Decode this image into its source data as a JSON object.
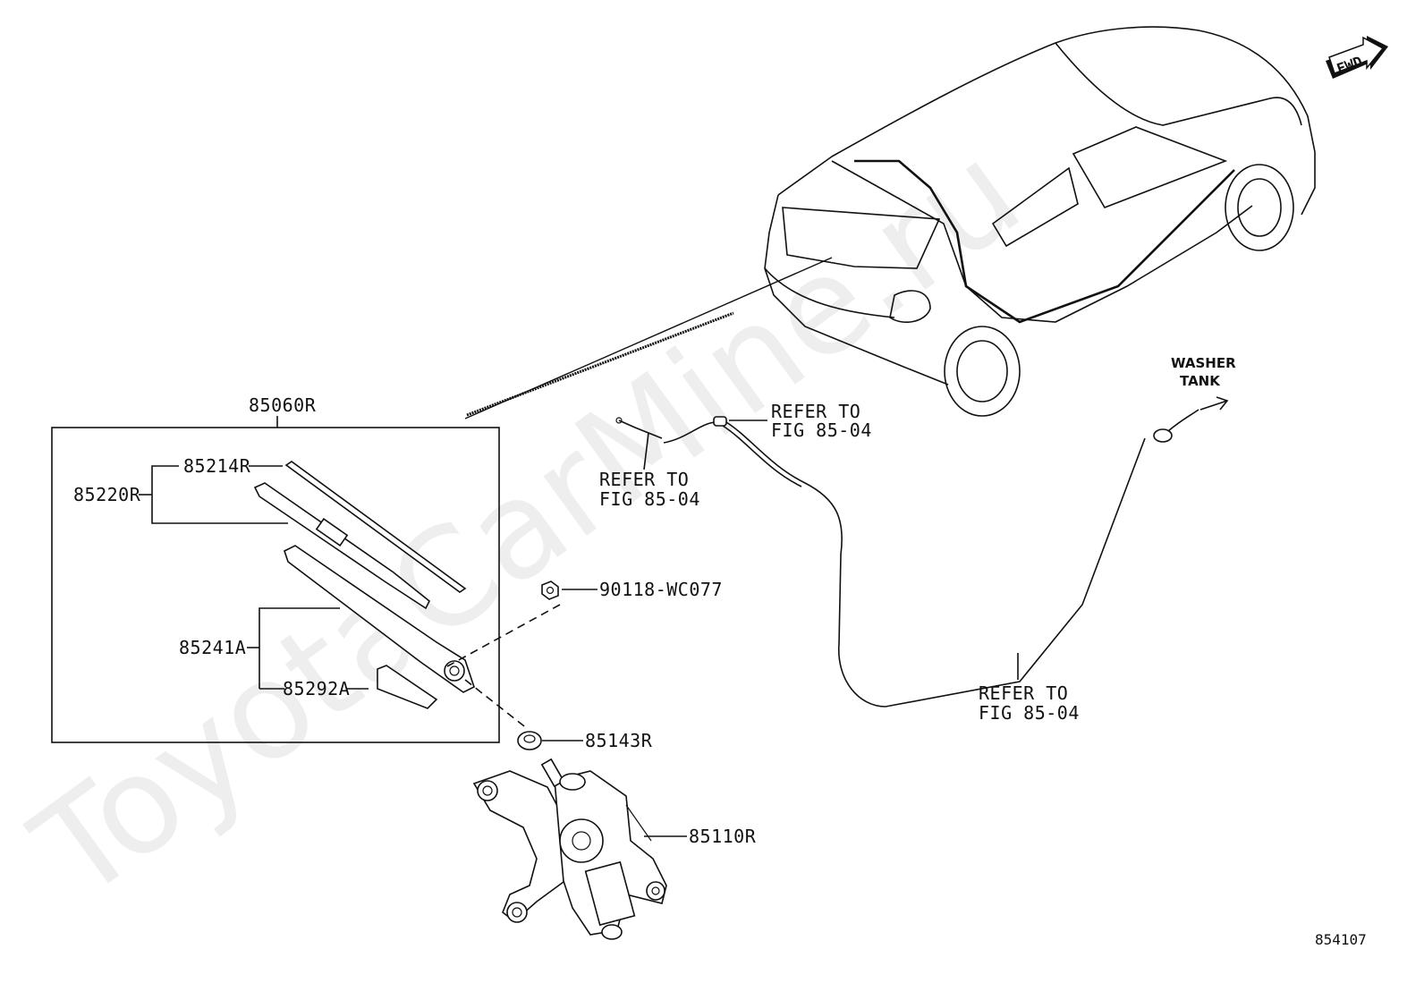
{
  "watermark": "ToyotaCarMine.ru",
  "fwd_label": "FWD",
  "diagram_number": "854107",
  "parts": {
    "assembly": "85060R",
    "blade": "85214R",
    "blade_group": "85220R",
    "arm": "85241A",
    "cover": "85292A",
    "nut": "90118-WC077",
    "cap": "85143R",
    "motor": "85110R"
  },
  "refer_1": {
    "line1": "REFER TO",
    "line2": "FIG 85-04"
  },
  "refer_2": {
    "line1": "REFER TO",
    "line2": "FIG 85-04"
  },
  "refer_3": {
    "line1": "REFER TO",
    "line2": "FIG 85-04"
  },
  "washer_tank": {
    "line1": "WASHER",
    "line2": "TANK"
  }
}
